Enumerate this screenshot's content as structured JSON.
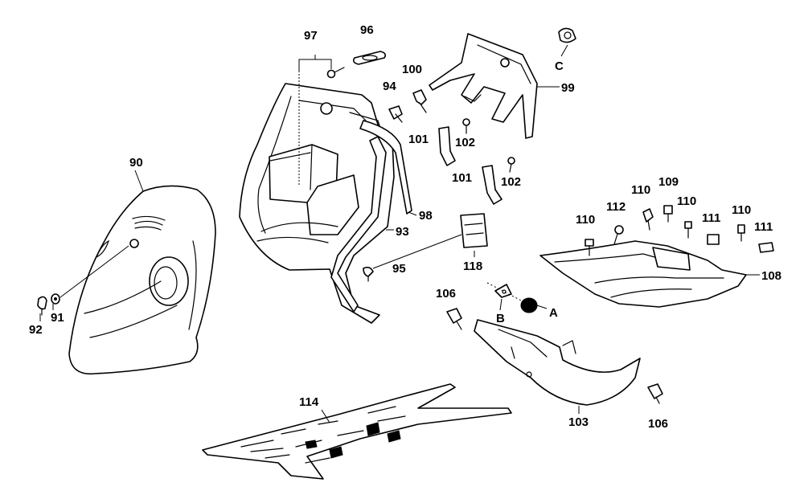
{
  "labels": {
    "p90": "90",
    "p91": "91",
    "p92": "92",
    "p93": "93",
    "p94": "94",
    "p95": "95",
    "p96": "96",
    "p97": "97",
    "p98": "98",
    "p99": "99",
    "p100": "100",
    "p101a": "101",
    "p101b": "101",
    "p102a": "102",
    "p102b": "102",
    "p103": "103",
    "p106a": "106",
    "p106b": "106",
    "p108": "108",
    "p109": "109",
    "p110a": "110",
    "p110b": "110",
    "p110c": "110",
    "p110d": "110",
    "p111a": "111",
    "p111b": "111",
    "p112": "112",
    "p114": "114",
    "p118": "118",
    "refA": "A",
    "refB": "B",
    "refC": "C"
  }
}
